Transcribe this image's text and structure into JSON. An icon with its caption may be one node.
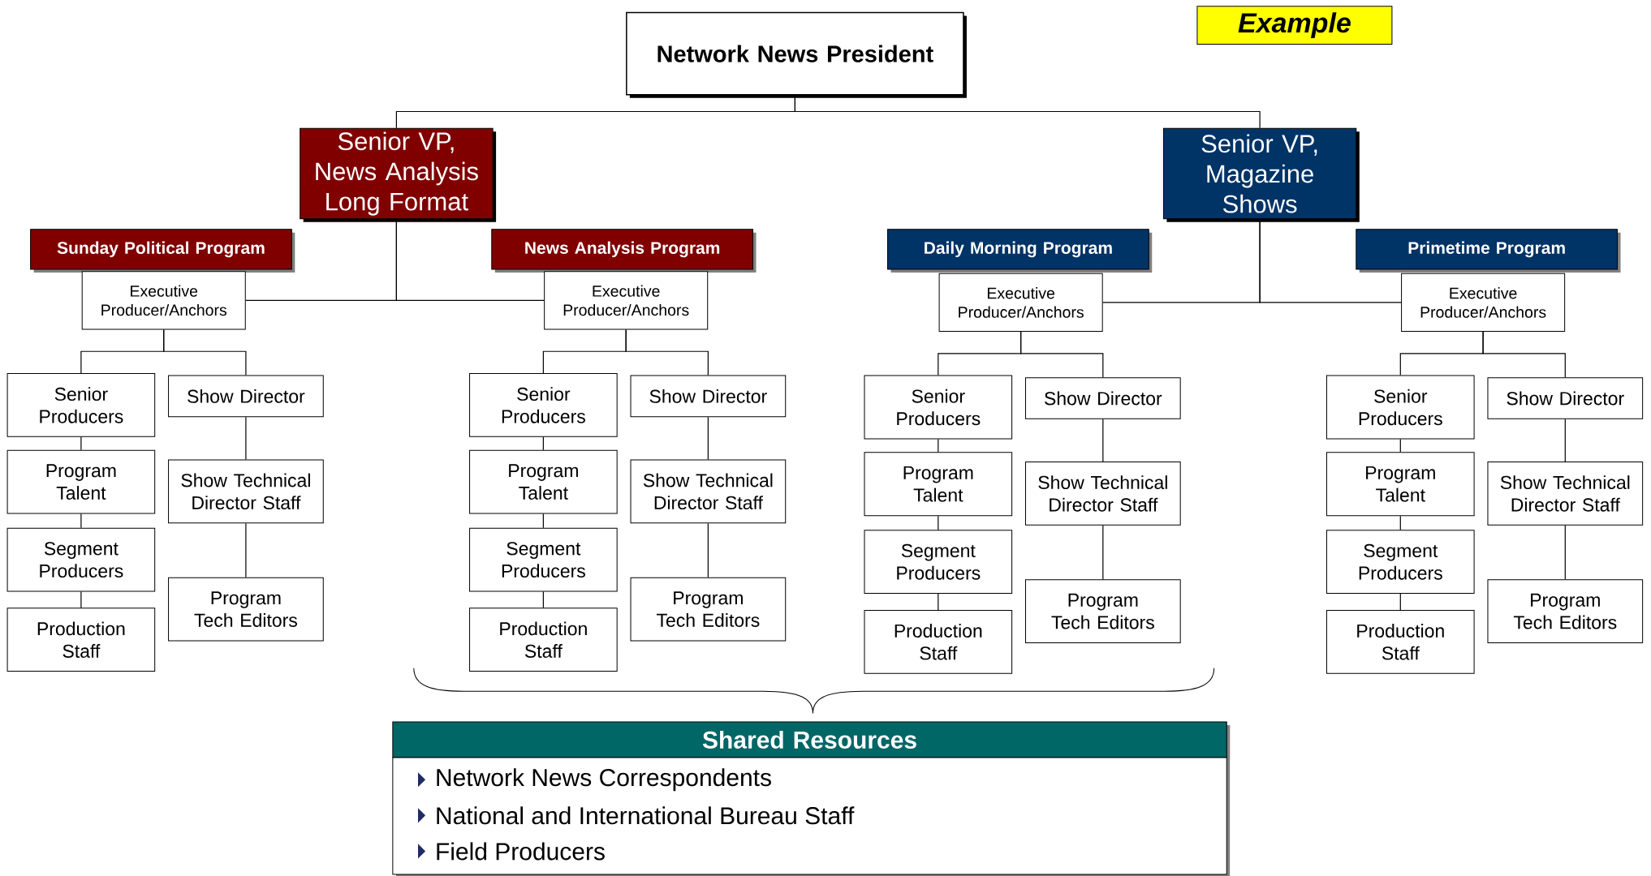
{
  "diagram": {
    "nodes": [
      {
        "text": [
          "Network News President"
        ]
      },
      {
        "text": [
          "Example"
        ]
      },
      {
        "text": [
          "Senior VP, News Analysis Long Format"
        ]
      },
      {
        "text": [
          "Senior VP, Magazine Shows"
        ]
      },
      {
        "text": [
          "Sunday Political Program"
        ]
      },
      {
        "text": [
          "Executive Producer/Anchors"
        ]
      },
      {
        "text": [
          "Senior Producers"
        ]
      },
      {
        "text": [
          "Program Talent"
        ]
      },
      {
        "text": [
          "Segment Producers"
        ]
      },
      {
        "text": [
          "Production Staff"
        ]
      },
      {
        "text": [
          "Show Director"
        ]
      },
      {
        "text": [
          "Show Technical Director Staff"
        ]
      },
      {
        "text": [
          "Program Tech Editors"
        ]
      },
      {
        "text": [
          "News Analysis Program"
        ]
      },
      {
        "text": [
          "Executive Producer/Anchors"
        ]
      },
      {
        "text": [
          "Senior Producers"
        ]
      },
      {
        "text": [
          "Program Talent"
        ]
      },
      {
        "text": [
          "Segment Producers"
        ]
      },
      {
        "text": [
          "Production Staff"
        ]
      },
      {
        "text": [
          "Show Director"
        ]
      },
      {
        "text": [
          "Show Technical Director Staff"
        ]
      },
      {
        "text": [
          "Program Tech Editors"
        ]
      },
      {
        "text": [
          "Daily Morning Program"
        ]
      },
      {
        "text": [
          "Executive Producer/Anchors"
        ]
      },
      {
        "text": [
          "Senior Producers"
        ]
      },
      {
        "text": [
          "Program Talent"
        ]
      },
      {
        "text": [
          "Segment Producers"
        ]
      },
      {
        "text": [
          "Production Staff"
        ]
      },
      {
        "text": [
          "Show Director"
        ]
      },
      {
        "text": [
          "Show Technical Director Staff"
        ]
      },
      {
        "text": [
          "Program Tech Editors"
        ]
      },
      {
        "text": [
          "Primetime Program"
        ]
      },
      {
        "text": [
          "Executive Producer/Anchors"
        ]
      },
      {
        "text": [
          "Senior Producers"
        ]
      },
      {
        "text": [
          "Program Talent"
        ]
      },
      {
        "text": [
          "Segment Producers"
        ]
      },
      {
        "text": [
          "Production Staff"
        ]
      },
      {
        "text": [
          "Show Director"
        ]
      },
      {
        "text": [
          "Show Technical Director Staff"
        ]
      },
      {
        "text": [
          "Program Tech Editors"
        ]
      },
      {
        "text": [
          "Shared Resources"
        ]
      },
      {
        "text": [
          "Network News Correspondents",
          "National and International Bureau Staff",
          "Field Producers"
        ]
      }
    ],
    "edges": [
      {
        "from": 0,
        "to": 2,
        "arrow": "none"
      },
      {
        "from": 0,
        "to": 3,
        "arrow": "none"
      },
      {
        "from": 2,
        "to": 5,
        "arrow": "none"
      },
      {
        "from": 2,
        "to": 14,
        "arrow": "none"
      },
      {
        "from": 3,
        "to": 23,
        "arrow": "none"
      },
      {
        "from": 3,
        "to": 32,
        "arrow": "none"
      },
      {
        "from": 5,
        "to": 6,
        "arrow": "none"
      },
      {
        "from": 5,
        "to": 10,
        "arrow": "none"
      },
      {
        "from": 6,
        "to": 7,
        "arrow": "none"
      },
      {
        "from": 7,
        "to": 8,
        "arrow": "none"
      },
      {
        "from": 8,
        "to": 9,
        "arrow": "none"
      },
      {
        "from": 10,
        "to": 11,
        "arrow": "none"
      },
      {
        "from": 11,
        "to": 12,
        "arrow": "none"
      },
      {
        "from": 14,
        "to": 15,
        "arrow": "none"
      },
      {
        "from": 14,
        "to": 19,
        "arrow": "none"
      },
      {
        "from": 15,
        "to": 16,
        "arrow": "none"
      },
      {
        "from": 16,
        "to": 17,
        "arrow": "none"
      },
      {
        "from": 17,
        "to": 18,
        "arrow": "none"
      },
      {
        "from": 19,
        "to": 20,
        "arrow": "none"
      },
      {
        "from": 20,
        "to": 21,
        "arrow": "none"
      },
      {
        "from": 23,
        "to": 24,
        "arrow": "none"
      },
      {
        "from": 23,
        "to": 28,
        "arrow": "none"
      },
      {
        "from": 24,
        "to": 25,
        "arrow": "none"
      },
      {
        "from": 25,
        "to": 26,
        "arrow": "none"
      },
      {
        "from": 26,
        "to": 27,
        "arrow": "none"
      },
      {
        "from": 28,
        "to": 29,
        "arrow": "none"
      },
      {
        "from": 29,
        "to": 30,
        "arrow": "none"
      },
      {
        "from": 32,
        "to": 33,
        "arrow": "none"
      },
      {
        "from": 32,
        "to": 37,
        "arrow": "none"
      },
      {
        "from": 33,
        "to": 34,
        "arrow": "none"
      },
      {
        "from": 34,
        "to": 35,
        "arrow": "none"
      },
      {
        "from": 35,
        "to": 36,
        "arrow": "none"
      },
      {
        "from": 37,
        "to": 38,
        "arrow": "none"
      },
      {
        "from": 38,
        "to": 39,
        "arrow": "none"
      }
    ]
  }
}
